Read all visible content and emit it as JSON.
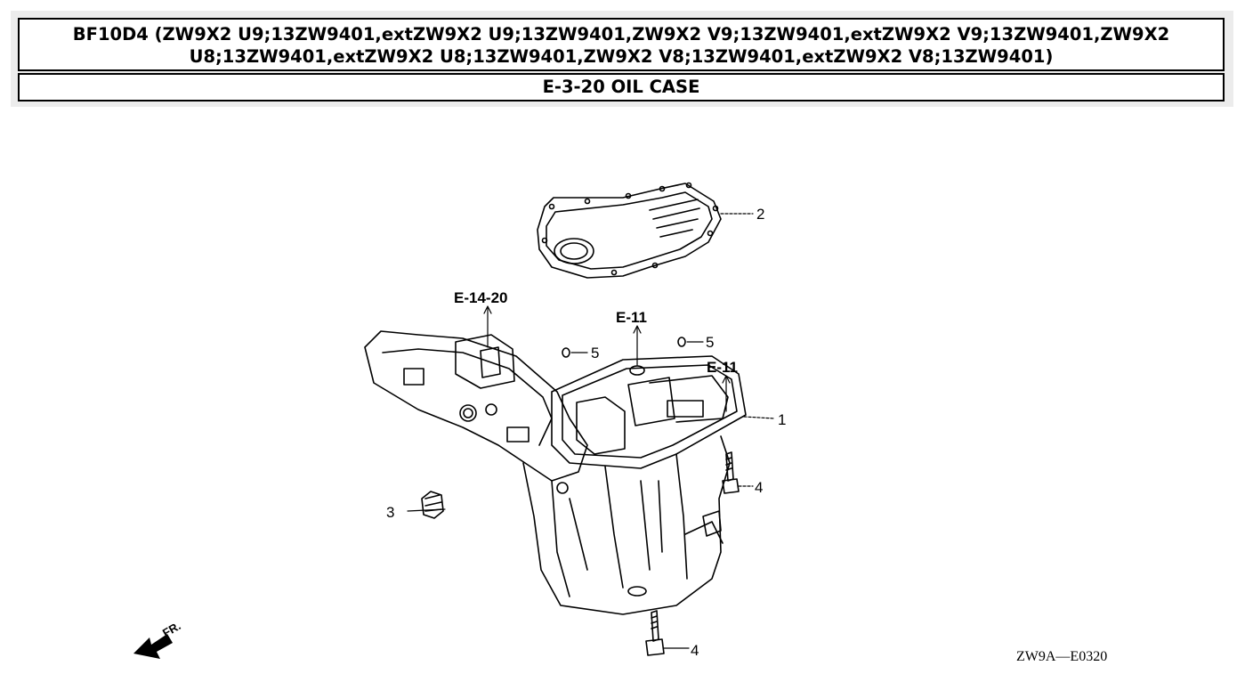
{
  "header": {
    "title": "BF10D4 (ZW9X2 U9;13ZW9401,extZW9X2 U9;13ZW9401,ZW9X2 V9;13ZW9401,extZW9X2 V9;13ZW9401,ZW9X2 U8;13ZW9401,extZW9X2 U8;13ZW9401,ZW9X2 V8;13ZW9401,extZW9X2 V8;13ZW9401)",
    "section": "E-3-20 OIL CASE"
  },
  "callouts": {
    "c1": "1",
    "c2": "2",
    "c3": "3",
    "c4a": "4",
    "c4b": "4",
    "c5a": "5",
    "c5b": "5"
  },
  "references": {
    "r1": "E-14-20",
    "r2": "E-11",
    "r3": "E-11"
  },
  "direction_label": "FR.",
  "diagram_code": "ZW9A—E0320"
}
